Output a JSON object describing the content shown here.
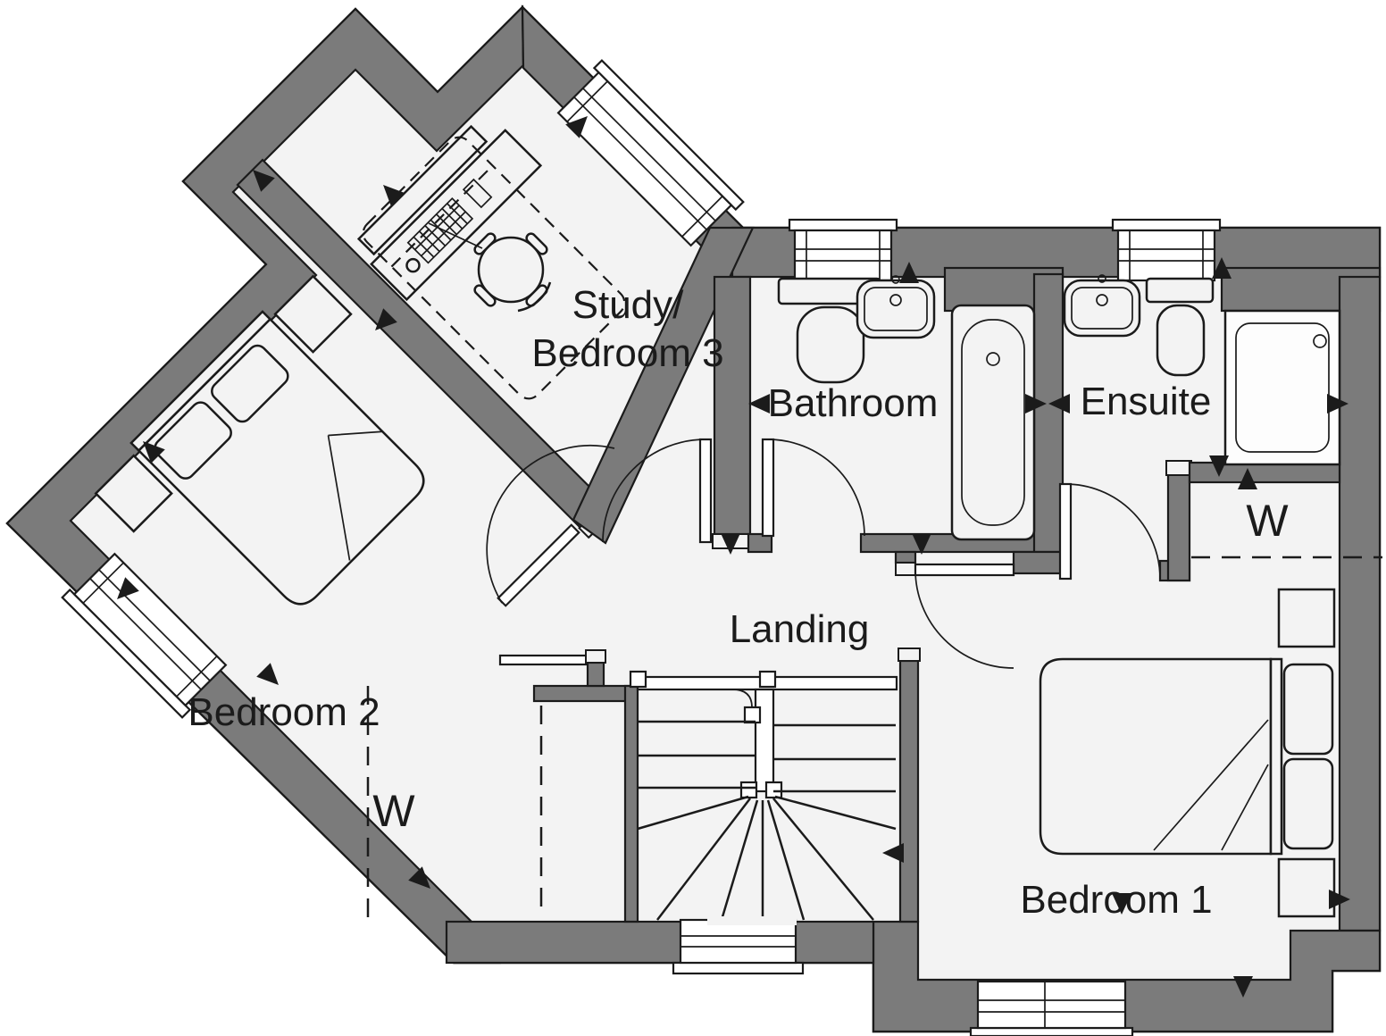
{
  "colors": {
    "wall": "#7b7b7b",
    "floor": "#f3f3f3",
    "line": "#1b1b1b"
  },
  "rooms": {
    "study_line1": "Study/",
    "study_line2": "Bedroom 3",
    "bathroom": "Bathroom",
    "ensuite": "Ensuite",
    "wardrobe_ensuite": "W",
    "landing": "Landing",
    "bedroom2": "Bedroom 2",
    "wardrobe_bedroom2": "W",
    "bedroom1": "Bedroom 1"
  }
}
